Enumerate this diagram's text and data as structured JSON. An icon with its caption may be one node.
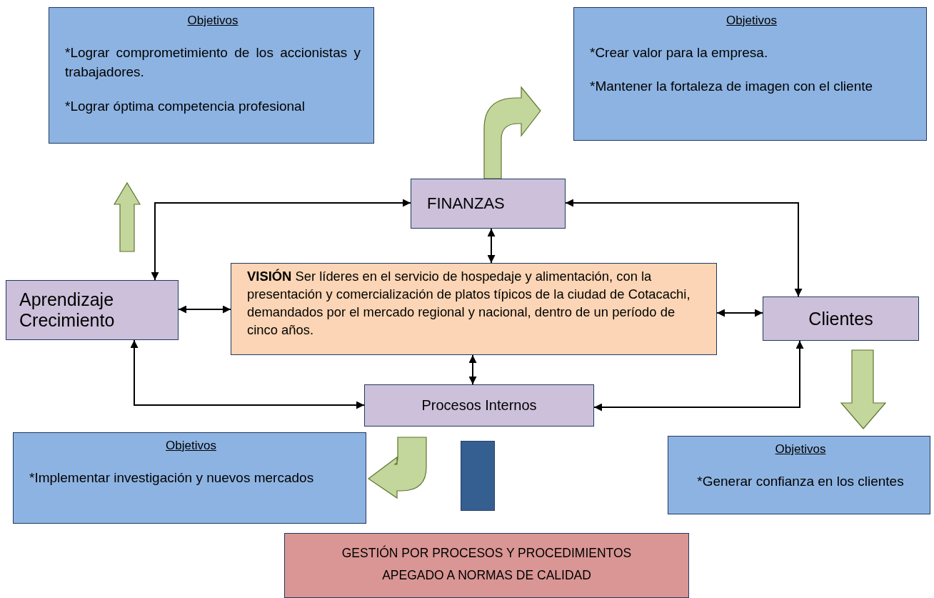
{
  "diagram": {
    "nodes": [
      {
        "text": [
          "Objetivos",
          "*Lograr comprometimiento de los accionistas y trabajadores.",
          "*Lograr óptima competencia profesional"
        ]
      },
      {
        "text": [
          "Objetivos",
          "*Crear valor para la empresa.",
          "*Mantener la fortaleza de imagen con el cliente"
        ]
      },
      {
        "text": [
          "FINANZAS"
        ]
      },
      {
        "text": [
          "Aprendizaje Crecimiento"
        ]
      },
      {
        "text": [
          "**VISIÓN** Ser líderes en el servicio de hospedaje y alimentación, con la presentación y comercialización de platos típicos de la ciudad de Cotacachi, demandados por el mercado regional y nacional, dentro de un período de cinco años."
        ]
      },
      {
        "text": [
          "Clientes"
        ]
      },
      {
        "text": [
          "Procesos Internos"
        ]
      },
      {
        "text": [
          "Objetivos",
          "*Implementar investigación y nuevos mercados"
        ]
      },
      {
        "text": [
          "Objetivos",
          "*Generar confianza en los clientes"
        ]
      },
      {
        "text": [],
        "shape": "bar"
      },
      {
        "text": [
          "GESTIÓN POR PROCESOS Y PROCEDIMIENTOS APEGADO A NORMAS DE CALIDAD"
        ]
      }
    ],
    "edges": [
      {
        "from": 3,
        "to": 0,
        "arrow": "to",
        "style": "thick",
        "color": "#c3d69b"
      },
      {
        "from": 2,
        "to": 1,
        "arrow": "to",
        "style": "thick",
        "color": "#c3d69b"
      },
      {
        "from": 3,
        "to": 2,
        "arrow": "both"
      },
      {
        "from": 2,
        "to": 5,
        "arrow": "both"
      },
      {
        "from": 2,
        "to": 4,
        "arrow": "both"
      },
      {
        "from": 3,
        "to": 4,
        "arrow": "both"
      },
      {
        "from": 4,
        "to": 5,
        "arrow": "both"
      },
      {
        "from": 4,
        "to": 6,
        "arrow": "both"
      },
      {
        "from": 6,
        "to": 3,
        "arrow": "both"
      },
      {
        "from": 6,
        "to": 5,
        "arrow": "both"
      },
      {
        "from": 5,
        "to": 8,
        "arrow": "to",
        "style": "thick",
        "color": "#c3d69b"
      },
      {
        "from": 6,
        "to": 7,
        "arrow": "to",
        "style": "thick",
        "color": "#c3d69b"
      }
    ]
  }
}
